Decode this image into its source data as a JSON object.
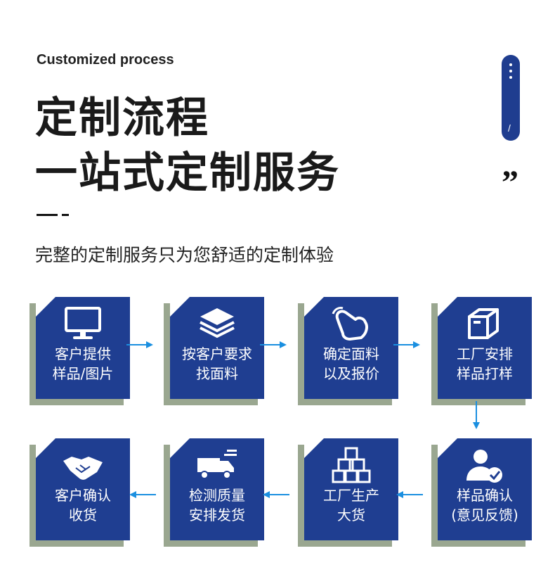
{
  "header": {
    "subtitle_en": "Customized process",
    "title_line1": "定制流程",
    "title_line2": "一站式定制服务",
    "description": "完整的定制服务只为您舒适的定制体验",
    "quote_mark": "”",
    "pill_slash": "/"
  },
  "colors": {
    "card": "#1f3e91",
    "shadow": "#9aa790",
    "arrow": "#1a8fe0"
  },
  "steps": [
    {
      "line1": "客户提供",
      "line2": "样品/图片",
      "icon": "monitor-icon"
    },
    {
      "line1": "按客户要求",
      "line2": "找面料",
      "icon": "layers-icon"
    },
    {
      "line1": "确定面料",
      "line2": "以及报价",
      "icon": "hand-pointer-icon"
    },
    {
      "line1": "工厂安排",
      "line2": "样品打样",
      "icon": "box-icon"
    },
    {
      "line1": "样品确认",
      "line2": "(意见反馈)",
      "icon": "user-check-icon"
    },
    {
      "line1": "工厂生产",
      "line2": "大货",
      "icon": "boxes-icon"
    },
    {
      "line1": "检测质量",
      "line2": "安排发货",
      "icon": "truck-icon"
    },
    {
      "line1": "客户确认",
      "line2": "收货",
      "icon": "handshake-icon"
    }
  ]
}
